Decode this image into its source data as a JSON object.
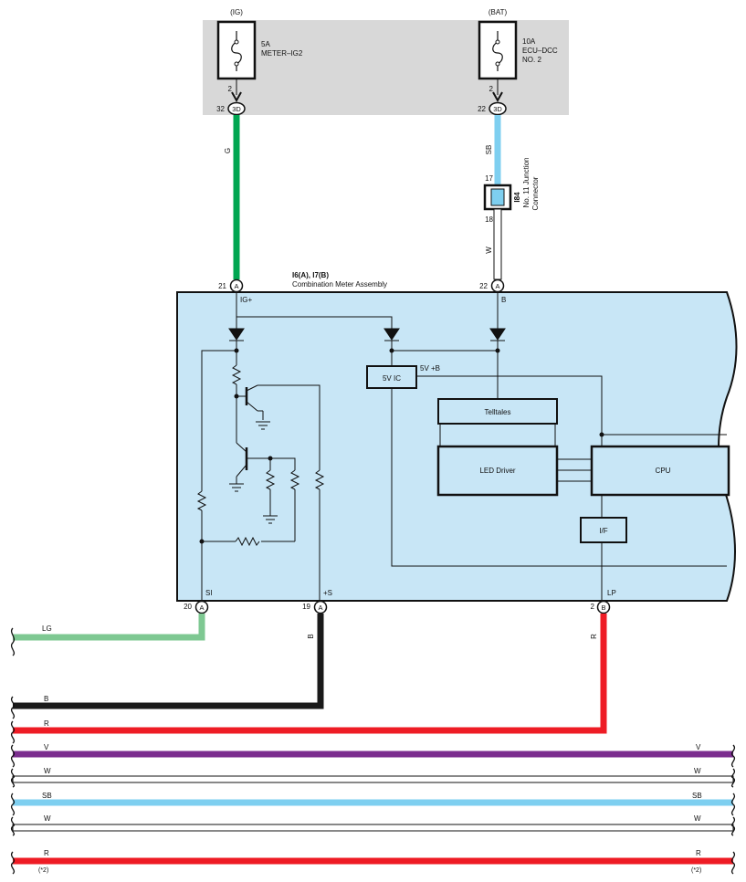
{
  "colors": {
    "power_box": "#d8d8d8",
    "meter_fill": "#c8e6f6",
    "wire_G": "#00a651",
    "wire_SB": "#7ecff0",
    "wire_LG": "#7ec892",
    "wire_B": "#1a1a1a",
    "wire_R": "#ee1c25",
    "wire_V": "#7b2d8e",
    "wire_W": "#ffffff"
  },
  "fuses": {
    "ig": {
      "source": "(IG)",
      "rating": "5A",
      "name": "METER–IG2",
      "pin": "2",
      "conn_pin": "32",
      "conn": "3D"
    },
    "bat": {
      "source": "(BAT)",
      "rating": "10A",
      "name": "ECU–DCC",
      "name2": "NO. 2",
      "pin": "2",
      "conn_pin": "22",
      "conn": "3D"
    }
  },
  "wires": {
    "g": "G",
    "sb": "SB",
    "w": "W",
    "b": "B",
    "r": "R"
  },
  "junction": {
    "pin_in": "17",
    "pin_out": "18",
    "id": "I84",
    "desc1": "No. 11 Junction",
    "desc2": "Connector"
  },
  "meter": {
    "id": "I6(A), I7(B)",
    "name": "Combination Meter Assembly",
    "top_pins": [
      {
        "num": "21",
        "conn": "A",
        "label": "IG+"
      },
      {
        "num": "22",
        "conn": "A",
        "label": "B"
      }
    ],
    "bottom_pins": [
      {
        "num": "20",
        "conn": "A",
        "label": "SI"
      },
      {
        "num": "19",
        "conn": "A",
        "label": "+S"
      },
      {
        "num": "2",
        "conn": "B",
        "label": "LP"
      }
    ],
    "blocks": {
      "ic": "5V IC",
      "ic_out": "5V +B",
      "telltales": "Telltales",
      "led": "LED Driver",
      "cpu": "CPU",
      "if": "I/F"
    }
  },
  "bus": [
    {
      "left": "LG",
      "right": ""
    },
    {
      "left": "B",
      "right": ""
    },
    {
      "left": "R",
      "right": ""
    },
    {
      "left": "V",
      "right": "V"
    },
    {
      "left": "W",
      "right": "W"
    },
    {
      "left": "SB",
      "right": "SB"
    },
    {
      "left": "W",
      "right": "W"
    },
    {
      "left": "R",
      "right": "R"
    }
  ],
  "bus_note": "(*2)"
}
